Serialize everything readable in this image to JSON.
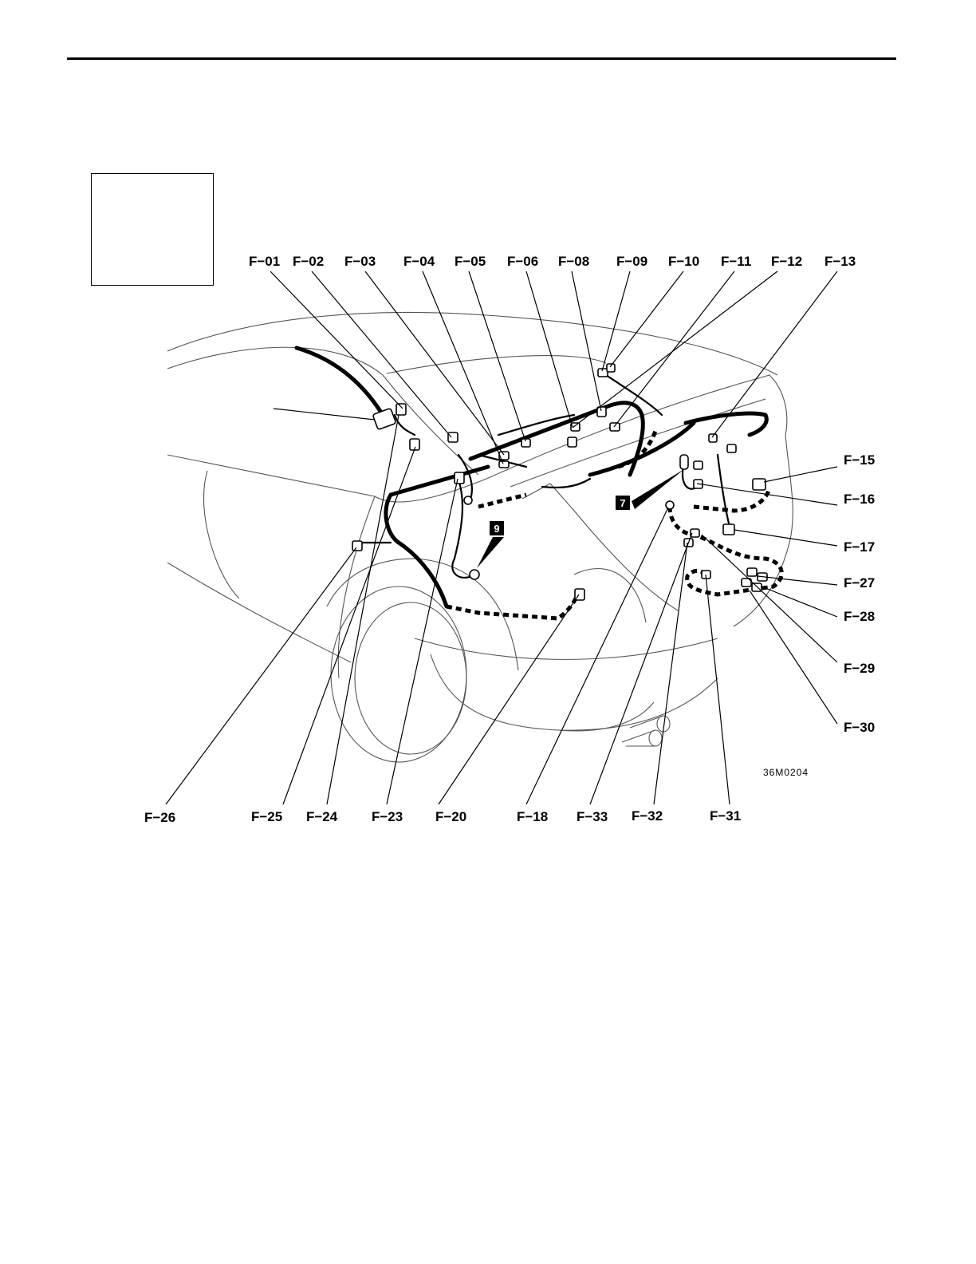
{
  "figure_code": "36M0204",
  "callout_markers": [
    {
      "id": "m7",
      "text": "7"
    },
    {
      "id": "m9",
      "text": "9"
    }
  ],
  "labels": {
    "F01": "F−01",
    "F02": "F−02",
    "F03": "F−03",
    "F04": "F−04",
    "F05": "F−05",
    "F06": "F−06",
    "F08": "F−08",
    "F09": "F−09",
    "F10": "F−10",
    "F11": "F−11",
    "F12": "F−12",
    "F13": "F−13",
    "F15": "F−15",
    "F16": "F−16",
    "F17": "F−17",
    "F27": "F−27",
    "F28": "F−28",
    "F29": "F−29",
    "F30": "F−30",
    "F26": "F−26",
    "F25": "F−25",
    "F24": "F−24",
    "F23": "F−23",
    "F20": "F−20",
    "F18": "F−18",
    "F33": "F−33",
    "F32": "F−32",
    "F31": "F−31"
  }
}
